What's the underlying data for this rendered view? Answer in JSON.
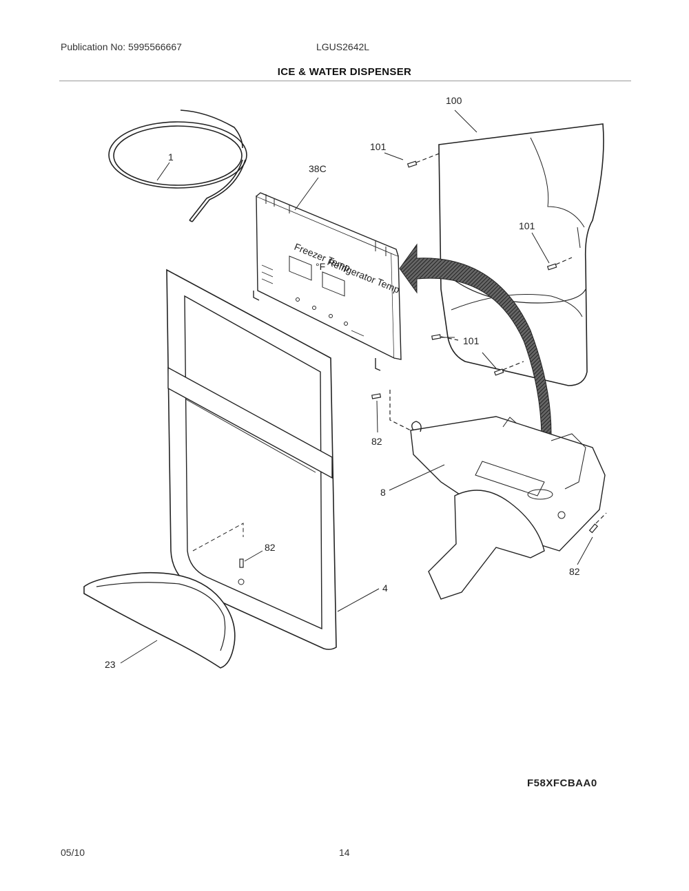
{
  "header": {
    "publication": "Publication No: 5995566667",
    "model": "LGUS2642L",
    "title": "ICE & WATER DISPENSER"
  },
  "callouts": {
    "tubing": "1",
    "control_board": "38C",
    "ice_bucket_housing": "100",
    "screw_upper": "101",
    "screw_right": "101",
    "screw_lower": "101",
    "screw_actuator_left": "82",
    "screw_actuator_right": "82",
    "screw_frame": "82",
    "dispenser_actuator": "8",
    "dispenser_frame": "4",
    "drip_tray": "23"
  },
  "panel_text": {
    "left_display": "Freezer Temp",
    "right_display": "Refrigerator Temp",
    "unit": "°F"
  },
  "footer": {
    "drawing_code": "F58XFCBAA0",
    "date": "05/10",
    "page": "14"
  }
}
